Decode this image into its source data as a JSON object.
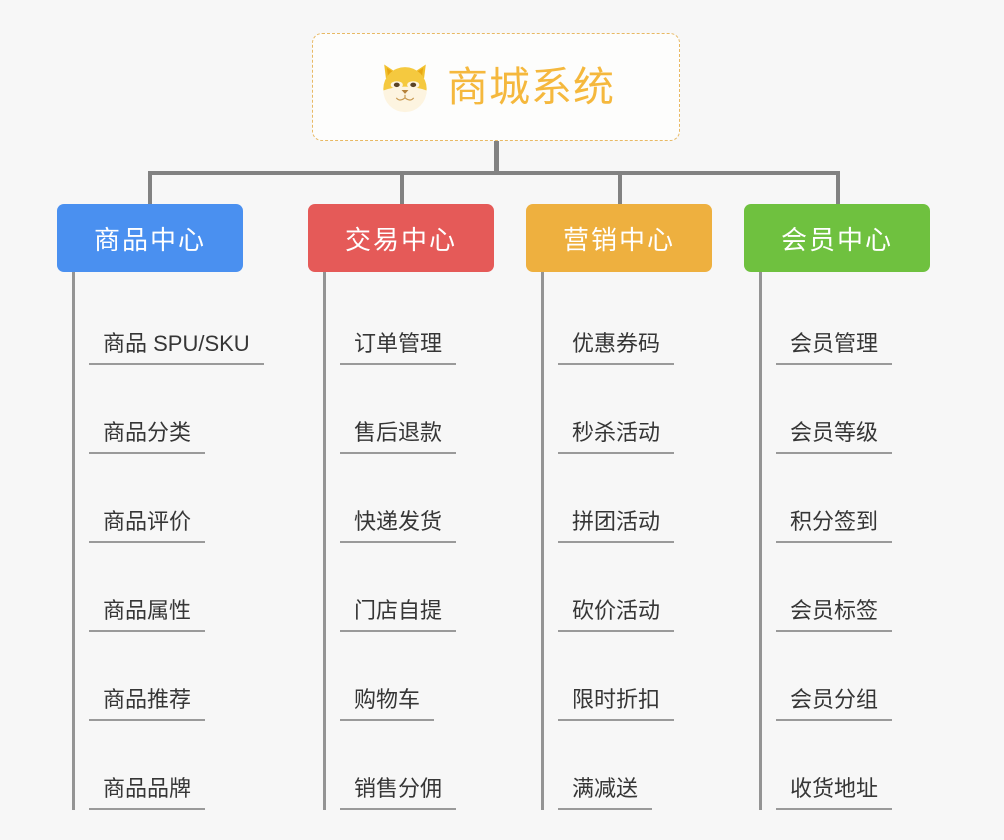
{
  "diagram": {
    "type": "org-chart-mindmap",
    "background_color": "#f7f7f7",
    "root": {
      "title": "商城系统",
      "icon": "shiba-dog-face-emoji",
      "text_color": "#f5b83d",
      "border_color": "#e8b964",
      "border_style": "dashed",
      "background_color": "#fdfdfc"
    },
    "connector_color": "#828282",
    "leaf_text_color": "#363636",
    "leaf_underline_color": "#9a9a9a",
    "branches": [
      {
        "label": "商品中心",
        "color": "#4a90f0",
        "leaves": [
          "商品 SPU/SKU",
          "商品分类",
          "商品评价",
          "商品属性",
          "商品推荐",
          "商品品牌"
        ]
      },
      {
        "label": "交易中心",
        "color": "#e55a58",
        "leaves": [
          "订单管理",
          "售后退款",
          "快递发货",
          "门店自提",
          "购物车",
          "销售分佣"
        ]
      },
      {
        "label": "营销中心",
        "color": "#eeb03f",
        "leaves": [
          "优惠券码",
          "秒杀活动",
          "拼团活动",
          "砍价活动",
          "限时折扣",
          "满减送"
        ]
      },
      {
        "label": "会员中心",
        "color": "#6fc13f",
        "leaves": [
          "会员管理",
          "会员等级",
          "积分签到",
          "会员标签",
          "会员分组",
          "收货地址"
        ]
      }
    ]
  }
}
